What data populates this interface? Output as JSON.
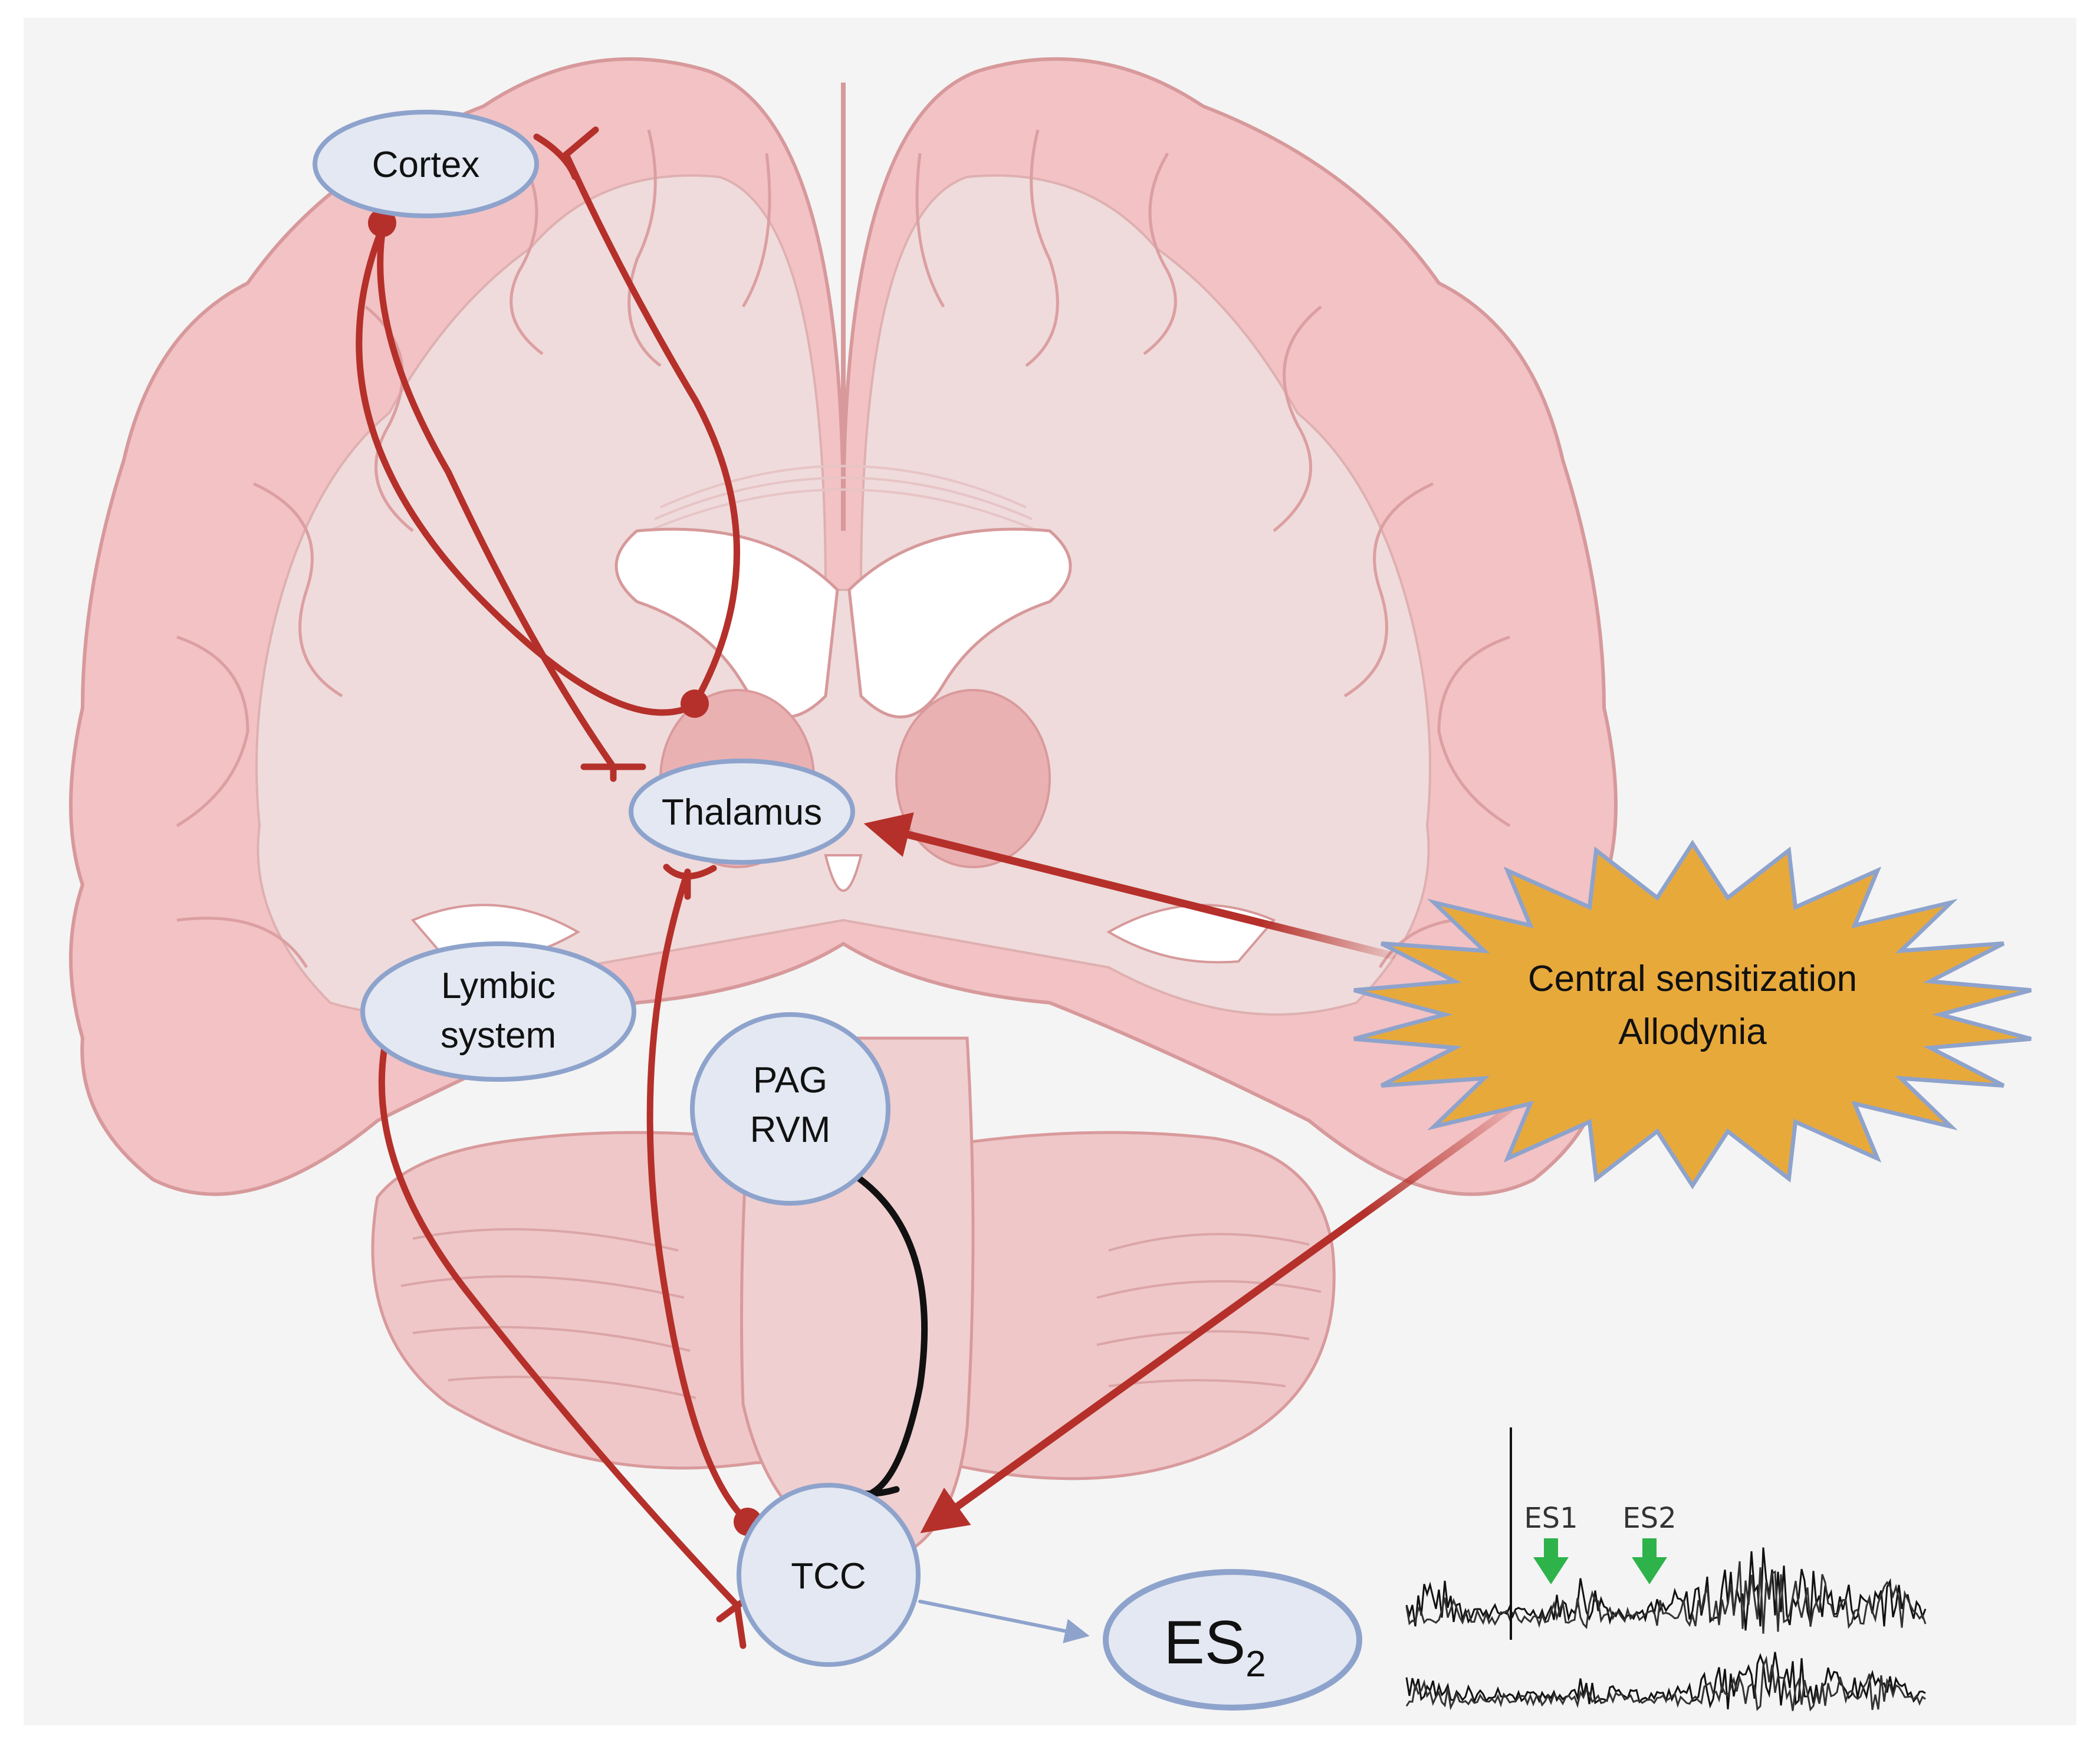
{
  "nodes": {
    "cortex": "Cortex",
    "thalamus": "Thalamus",
    "limbic": [
      "Lymbic",
      "system"
    ],
    "pag": [
      "PAG",
      "RVM"
    ],
    "tcc": "TCC"
  },
  "burst": [
    "Central sensitization",
    "Allodynia"
  ],
  "output": {
    "main": "ES",
    "sub": "2"
  },
  "trace": {
    "labels": [
      "ES1",
      "ES2"
    ]
  },
  "colors": {
    "pathway": "#b5302a",
    "modulation": "#111111",
    "burst_fill": "#e8a93b",
    "node_fill": "#e3e8f2",
    "node_stroke": "#8ea3cc",
    "brain_fill": "#f2c5c6",
    "brain_inner": "#ecd9d9",
    "marker_arrow": "#2db34a"
  }
}
